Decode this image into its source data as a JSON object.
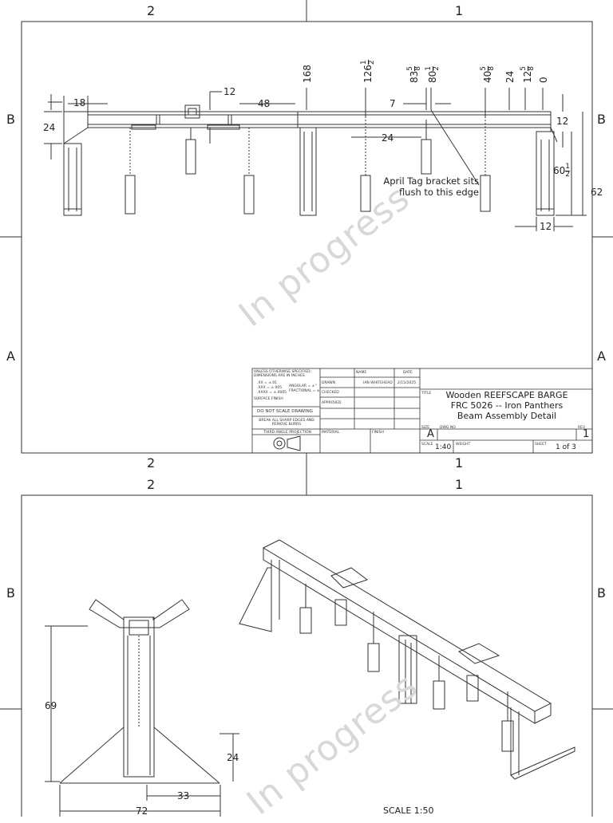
{
  "zones": {
    "col_left": "2",
    "col_right": "1",
    "row_top": "B",
    "row_bottom": "A"
  },
  "sheet1": {
    "dimensions": {
      "d18": "18",
      "d24_left": "24",
      "d12_top": "12",
      "d48": "48",
      "d168": "168",
      "d126": "126",
      "d126_num": "1",
      "d126_den": "2",
      "d83": "83",
      "d83_num": "5",
      "d83_den": "8",
      "d80": "80",
      "d80_num": "1",
      "d80_den": "2",
      "d40": "40",
      "d40_num": "5",
      "d40_den": "8",
      "d24_rot": "24",
      "d12_rot": "12",
      "d12_rot_num": "5",
      "d12_rot_den": "8",
      "d0": "0",
      "d7": "7",
      "d24_mid": "24",
      "d12_right": "12",
      "d60": "60",
      "d60_num": "1",
      "d60_den": "2",
      "d62": "62",
      "d12_bottom": "12"
    },
    "note_line1": "April Tag bracket sits",
    "note_line2": "flush to this edge",
    "watermark": "In progress",
    "title_block": {
      "tolerance_header": "UNLESS OTHERWISE SPECIFIED: DIMENSIONS ARE IN INCHES",
      "tol1": ".XX = ±.01",
      "tol2": ".XXX = ±.005",
      "tol3": ".XXXX = ±.0005",
      "angular": "ANGULAR = ±°",
      "fractional": "FRACTIONAL = ±",
      "surface": "SURFACE FINISH",
      "do_not_scale": "DO NOT SCALE DRAWING",
      "break_edges": "BREAK ALL SHARP EDGES AND REMOVE BURRS",
      "projection": "THIRD ANGLE PROJECTION",
      "name_h": "NAME",
      "date_h": "DATE",
      "drawn": "DRAWN",
      "checked": "CHECKED",
      "approved": "APPROVED",
      "drawn_name": "IAN WHITEHEAD",
      "drawn_date": "2/15/2025",
      "material": "MATERIAL",
      "finish": "FINISH",
      "title_label": "TITLE",
      "title1": "Wooden REEFSCAPE BARGE",
      "title2": "FRC 5026 -- Iron Panthers",
      "title3": "Beam Assembly Detail",
      "size_label": "SIZE",
      "size": "A",
      "dwg_label": "DWG NO",
      "rev_label": "REV",
      "rev": "1",
      "scale_label": "SCALE",
      "scale": "1:40",
      "weight_label": "WEIGHT",
      "sheet_label": "SHEET",
      "sheet": "1 of 3"
    }
  },
  "sheet2": {
    "dimensions": {
      "d69": "69",
      "d24": "24",
      "d33": "33",
      "d72": "72"
    },
    "watermark": "In progress",
    "scale": "SCALE 1:50"
  }
}
